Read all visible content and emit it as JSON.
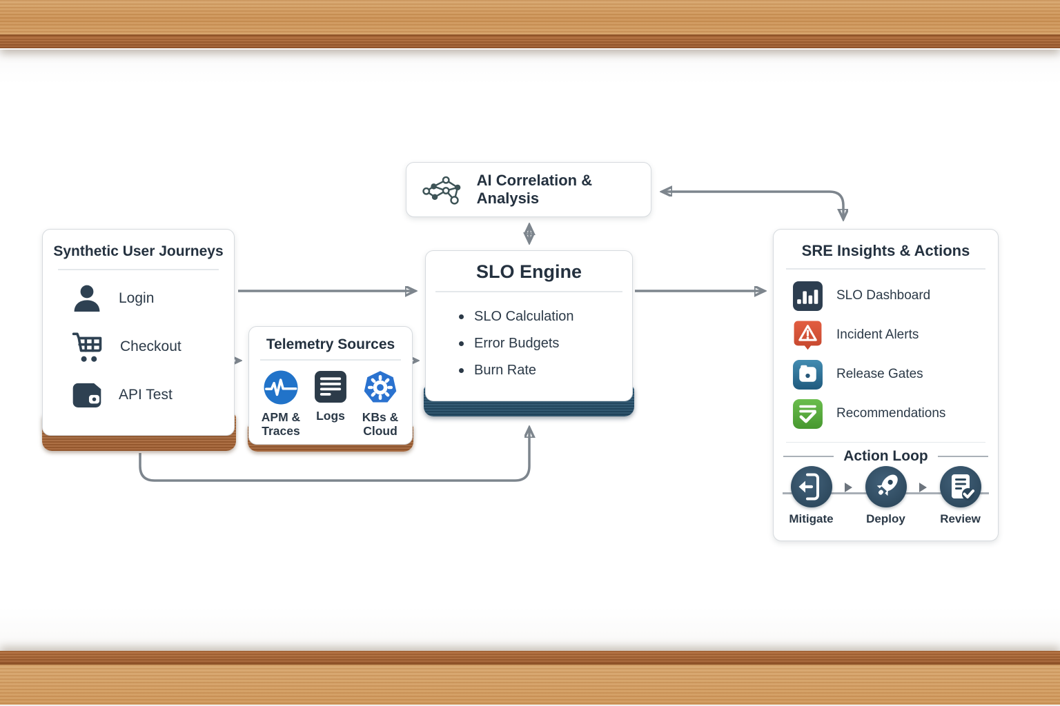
{
  "ai_box": {
    "title": "AI Correlation & Analysis",
    "icon": "network-graph-icon"
  },
  "synthetic_box": {
    "title": "Synthetic User Journeys",
    "items": [
      {
        "icon": "user-icon",
        "label": "Login"
      },
      {
        "icon": "shopping-cart-icon",
        "label": "Checkout"
      },
      {
        "icon": "credit-card-icon",
        "label": "API Test"
      }
    ]
  },
  "telemetry_box": {
    "title": "Telemetry Sources",
    "items": [
      {
        "icon": "pulse-waveform-icon",
        "label": "APM & Traces"
      },
      {
        "icon": "logs-icon",
        "label": "Logs"
      },
      {
        "icon": "kubernetes-gear-icon",
        "label": "KBs & Cloud"
      }
    ]
  },
  "slo_box": {
    "title": "SLO Engine",
    "bullets": [
      "SLO Calculation",
      "Error Budgets",
      "Burn Rate"
    ]
  },
  "sre_box": {
    "title": "SRE Insights & Actions",
    "items": [
      {
        "icon": "bar-chart-icon",
        "label": "SLO Dashboard",
        "color": "#2d3e50"
      },
      {
        "icon": "alert-triangle-icon",
        "label": "Incident Alerts",
        "color": "#d8533a"
      },
      {
        "icon": "release-box-icon",
        "label": "Release Gates",
        "color": "#357ca1"
      },
      {
        "icon": "checklist-icon",
        "label": "Recommendations",
        "color": "#58ab3f"
      }
    ],
    "action_loop": {
      "title": "Action Loop",
      "steps": [
        {
          "icon": "rollback-icon",
          "label": "Mitigate"
        },
        {
          "icon": "rocket-icon",
          "label": "Deploy"
        },
        {
          "icon": "review-doc-icon",
          "label": "Review"
        }
      ]
    }
  },
  "colors": {
    "arrow": "#7d858d",
    "text": "#24313f",
    "wood_light": "#cf9a5f",
    "wood_dark": "#a96436",
    "icon_slate": "#2e4152",
    "apm_blue": "#2173c9",
    "kube_blue": "#2a72cf",
    "logs_slate": "#2c3b49",
    "slo_base_blue": "#2b5571",
    "action_circle": "#32506a"
  }
}
